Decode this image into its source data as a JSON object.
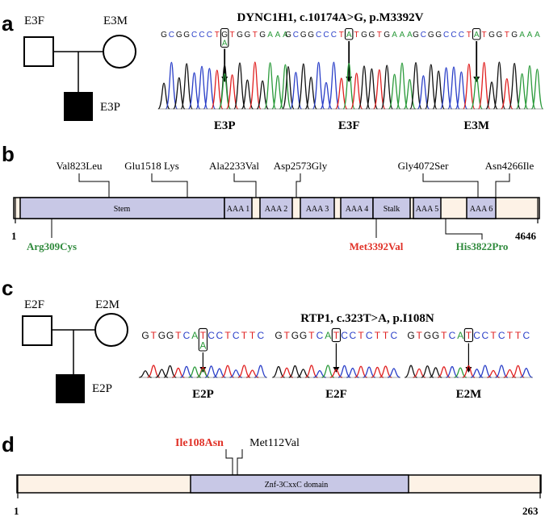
{
  "colors": {
    "domain_fill": "#c8c8e6",
    "backbone_fill": "#fdf2e6",
    "red_label": "#e03127",
    "green_label": "#2f8a3c",
    "base_A": "#2a9a3a",
    "base_C": "#2a3fc8",
    "base_G": "#111111",
    "base_T": "#e02020"
  },
  "panel_a": {
    "letter": "a",
    "pedigree": {
      "father": "E3F",
      "mother": "E3M",
      "proband": "E3P"
    },
    "title": "DYNC1H1, c.10174A>G, p.M3392V",
    "traces": [
      {
        "label": "E3P",
        "seq_left": "GCGGCCCT",
        "var_top": "G",
        "var_bottom": "A",
        "seq_right": "TGGTGAAA"
      },
      {
        "label": "E3F",
        "seq_left": "GCGGCCCT",
        "var_top": "A",
        "var_bottom": "",
        "seq_right": "TGGTGAAA"
      },
      {
        "label": "E3M",
        "seq_left": "GCGGCCCT",
        "var_top": "A",
        "var_bottom": "",
        "seq_right": "TGGTGAAA"
      }
    ]
  },
  "panel_b": {
    "letter": "b",
    "start": "1",
    "end": "4646",
    "domains": [
      "Stem",
      "AAA 1",
      "AAA 2",
      "AAA 3",
      "AAA 4",
      "Stalk",
      "AAA 5",
      "AAA 6"
    ],
    "variants_top": [
      "Val823Leu",
      "Glu1518 Lys",
      "Ala2233Val",
      "Asp2573Gly",
      "Gly4072Ser",
      "Asn4266Ile"
    ],
    "variants_bottom": [
      {
        "text": "Arg309Cys",
        "color": "green"
      },
      {
        "text": "Met3392Val",
        "color": "red"
      },
      {
        "text": "His3822Pro",
        "color": "green"
      }
    ]
  },
  "panel_c": {
    "letter": "c",
    "pedigree": {
      "father": "E2F",
      "mother": "E2M",
      "proband": "E2P"
    },
    "title": "RTP1, c.323T>A, p.I108N",
    "traces": [
      {
        "label": "E2P",
        "seq_left": "GTGGTCA",
        "var_top": "T",
        "var_bottom": "A",
        "seq_right": "CCTCTTC"
      },
      {
        "label": "E2F",
        "seq_left": "GTGGTCA",
        "var_top": "T",
        "var_bottom": "",
        "seq_right": "CCTCTTC"
      },
      {
        "label": "E2M",
        "seq_left": "GTGGTCA",
        "var_top": "T",
        "var_bottom": "",
        "seq_right": "CCTCTTC"
      }
    ]
  },
  "panel_d": {
    "letter": "d",
    "start": "1",
    "end": "263",
    "domain": "Znf-3CxxC domain",
    "variants_top": [
      {
        "text": "Ile108Asn",
        "color": "red"
      },
      {
        "text": "Met112Val",
        "color": "black"
      }
    ]
  }
}
